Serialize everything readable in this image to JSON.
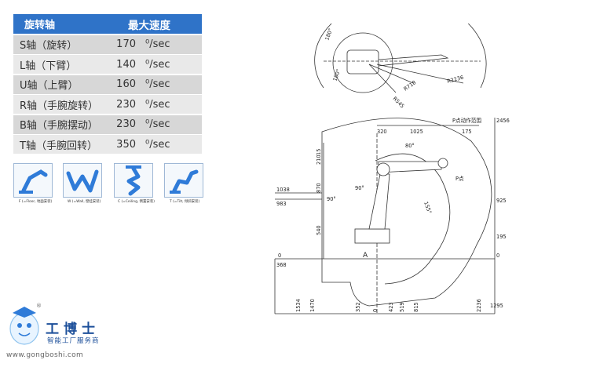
{
  "speed_table": {
    "header_axis": "旋转轴",
    "header_speed": "最大速度",
    "rows": [
      {
        "axis": "S轴（旋转）",
        "value": "170",
        "unit": "⁰/sec"
      },
      {
        "axis": "L轴（下臂）",
        "value": "140",
        "unit": "⁰/sec"
      },
      {
        "axis": "U轴（上臂）",
        "value": "160",
        "unit": "⁰/sec"
      },
      {
        "axis": "R轴（手腕旋转）",
        "value": "230",
        "unit": "⁰/sec"
      },
      {
        "axis": "B轴（手腕摆动）",
        "value": "230",
        "unit": "⁰/sec"
      },
      {
        "axis": "T轴（手腕回转）",
        "value": "350",
        "unit": "⁰/sec"
      }
    ]
  },
  "mounts": [
    {
      "label": "F (=Floor, 地面安装)"
    },
    {
      "label": "W (=Wall, 壁挂安装)"
    },
    {
      "label": "C (=Ceiling, 倒置安装)"
    },
    {
      "label": "T (=Tilt, 倾斜安装)"
    }
  ],
  "top_view": {
    "angle_top": "180°",
    "angle_bottom": "180°",
    "r1": "R545",
    "r2": "R718",
    "r3": "R2236"
  },
  "side_view": {
    "p_range_label": "P点动作范围",
    "p_point_label": "P点",
    "a_label": "A",
    "top_dims": [
      "320",
      "1025",
      "175"
    ],
    "angles": [
      "80°",
      "90°",
      "90°",
      "155°"
    ],
    "left_dims": [
      "1038",
      "983",
      "210",
      "870",
      "540",
      "0",
      "368"
    ],
    "inner_dims": [
      "15"
    ],
    "right_dims": [
      "2456",
      "925",
      "195",
      "0",
      "1295"
    ],
    "bottom_dims": [
      "1534",
      "1470",
      "352",
      "0",
      "423",
      "519",
      "815",
      "2236"
    ]
  },
  "brand": {
    "title": "工博士",
    "subtitle": "智能工厂服务商",
    "url": "www.gongboshi.com",
    "reg": "®"
  },
  "colors": {
    "table_header": "#2f73c8",
    "robot_blue": "#2f7bd8",
    "brand_blue": "#1c4f9a"
  }
}
